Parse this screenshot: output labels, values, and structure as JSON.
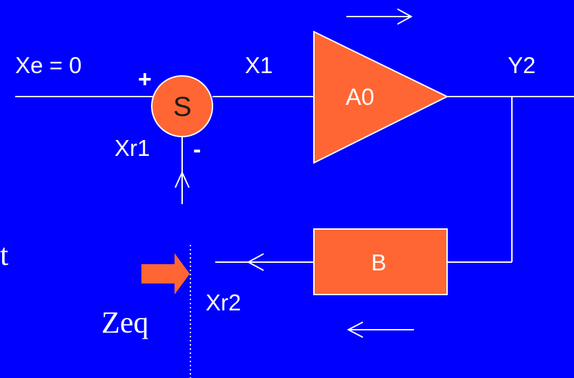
{
  "labels": {
    "xe": "Xe = 0",
    "x1": "X1",
    "y2": "Y2",
    "xr1": "Xr1",
    "xr2": "Xr2",
    "zeq": "Zeq",
    "t": "t",
    "plus": "+",
    "minus": "-"
  },
  "blocks": {
    "summer": "S",
    "amplifier": "A0",
    "feedback": "B"
  },
  "colors": {
    "background": "#0000ff",
    "block_fill": "#ff6633",
    "wire": "#ffffff",
    "text": "#ffffff",
    "block_text": "#1a1a1a"
  }
}
